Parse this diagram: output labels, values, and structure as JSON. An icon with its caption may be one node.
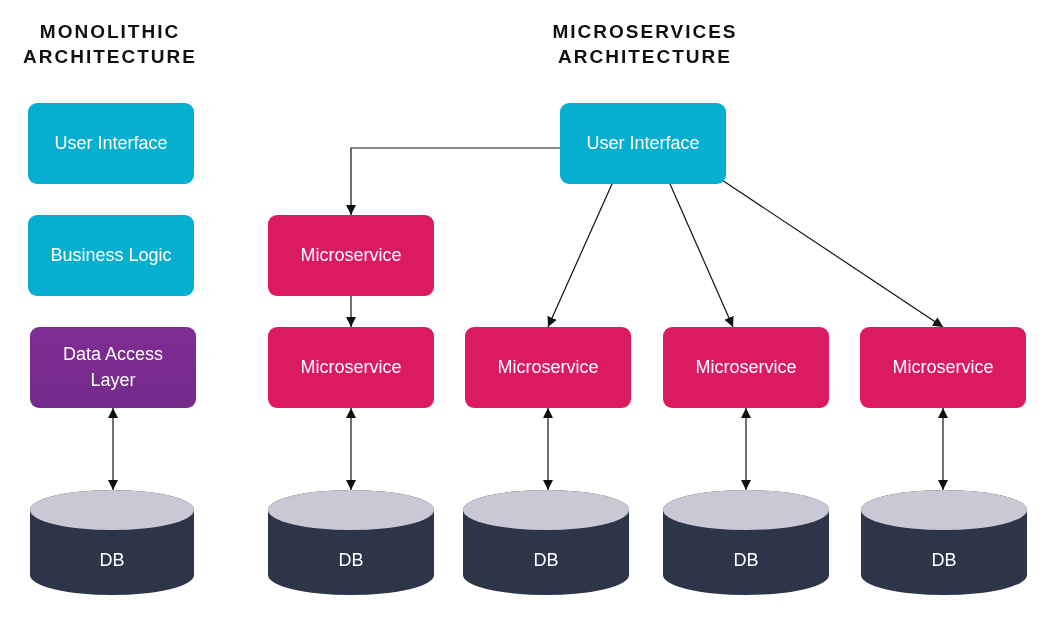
{
  "diagram": {
    "nodes": [
      {
        "text": [
          "User Interface"
        ]
      },
      {
        "text": [
          "Business Logic"
        ]
      },
      {
        "text": [
          "Data Access Layer"
        ]
      },
      {
        "text": [
          "DB"
        ]
      },
      {
        "text": [
          "User Interface"
        ]
      },
      {
        "text": [
          "Microservice"
        ]
      },
      {
        "text": [
          "Microservice"
        ]
      },
      {
        "text": [
          "Microservice"
        ]
      },
      {
        "text": [
          "Microservice"
        ]
      },
      {
        "text": [
          "Microservice"
        ]
      },
      {
        "text": [
          "DB"
        ]
      },
      {
        "text": [
          "DB"
        ]
      },
      {
        "text": [
          "DB"
        ]
      },
      {
        "text": [
          "DB"
        ]
      }
    ],
    "edges": [
      {
        "from": 2,
        "to": 3,
        "arrow": "both"
      },
      {
        "from": 4,
        "to": 5,
        "arrow": "to"
      },
      {
        "from": 5,
        "to": 6,
        "arrow": "to"
      },
      {
        "from": 4,
        "to": 7,
        "arrow": "to"
      },
      {
        "from": 4,
        "to": 8,
        "arrow": "to"
      },
      {
        "from": 4,
        "to": 9,
        "arrow": "to"
      },
      {
        "from": 6,
        "to": 10,
        "arrow": "both"
      },
      {
        "from": 7,
        "to": 11,
        "arrow": "both"
      },
      {
        "from": 8,
        "to": 12,
        "arrow": "both"
      },
      {
        "from": 9,
        "to": 13,
        "arrow": "both"
      }
    ],
    "labels": [
      "MONOLITHIC ARCHITECTURE",
      "MICROSERVICES ARCHITECTURE"
    ]
  }
}
